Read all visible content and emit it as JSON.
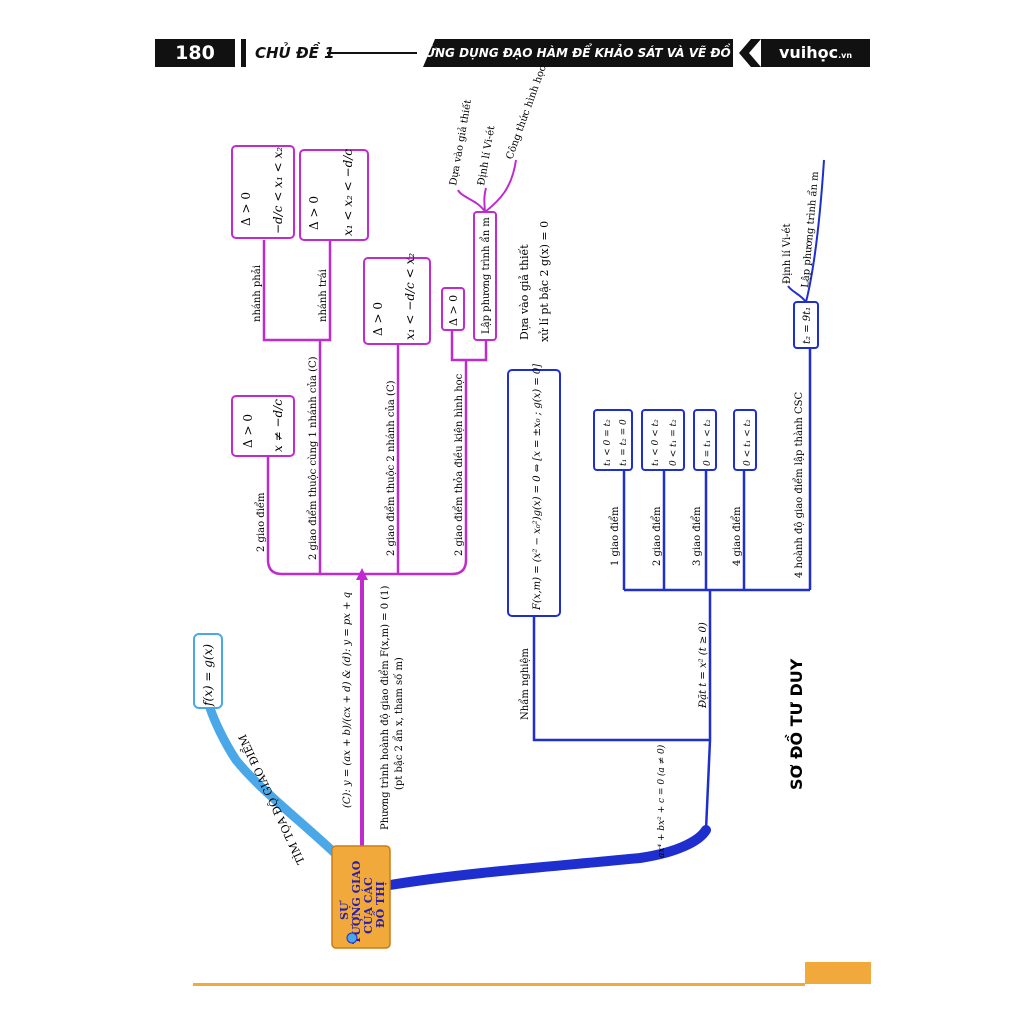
{
  "header": {
    "page_number": "180",
    "topic": "CHỦ ĐỀ 1",
    "title": "ỨNG DỤNG ĐẠO HÀM ĐỂ KHẢO SÁT VÀ VẼ ĐỒ THỊ HÀM SỐ",
    "brand": "vuihọc",
    "brand_suffix": ".vn"
  },
  "diagram_title": "SƠ ĐỒ TƯ DUY",
  "center": {
    "line1": "SỰ",
    "line2": "TƯƠNG GIAO",
    "line3": "CỦA CÁC",
    "line4": "ĐỒ THỊ"
  },
  "branch_blue_light": {
    "label": "TÌM TỌA ĐỘ GIAO ĐIỂM",
    "box": "f(x) = g(x)"
  },
  "branch_magenta": {
    "eq1": "(C): y = (ax + b)/(cx + d) & (d): y = px + q",
    "eq2": "Phương trình hoành độ giao điểm F(x,m) = 0 (1)",
    "eq3": "(pt bậc 2 ẩn x, tham số m)",
    "c1_label": "2 giao điểm",
    "c1_box_a": "Δ > 0",
    "c1_box_b": "x ≠ −d/c",
    "c2_label": "2 giao điểm thuộc cùng 1 nhánh của (C)",
    "c2a_label": "nhánh phải",
    "c2a_box_a": "Δ > 0",
    "c2a_box_b": "−d/c < x₁ < x₂",
    "c2b_label": "nhánh trái",
    "c2b_box_a": "Δ > 0",
    "c2b_box_b": "x₁ < x₂ < −d/c",
    "c3_label": "2 giao điểm thuộc 2 nhánh của (C)",
    "c3_box_a": "Δ > 0",
    "c3_box_b": "x₁ < −d/c < x₂",
    "c4_label": "2 giao điểm thỏa điều kiện hình học",
    "c4_box": "Δ > 0",
    "c4_box2": "Lập phương trình ẩn m",
    "leaf1": "Dựa vào giả thiết",
    "leaf2": "Định lí Vi-ét",
    "leaf3": "Công thức hình học"
  },
  "branch_blue": {
    "label": "ax⁴ + bx² + c = 0 (a ≠ 0)",
    "nham_label": "Nhẩm nghiệm",
    "nham_box": "F(x,m) = (x² − x₀²)g(x) = 0 ⇔ [x = ±x₀ ; g(x) = 0]",
    "nham_leaf1": "Dựa vào giả thiết",
    "nham_leaf2": "xử lí pt bậc 2 g(x) = 0",
    "dat_label": "Đặt t = x² (t ≥ 0)",
    "s1_label": "1 giao điểm",
    "s1_box_a": "t₁ < 0 = t₂",
    "s1_box_b": "t₁ = t₂ = 0",
    "s2_label": "2 giao điểm",
    "s2_box_a": "t₁ < 0 < t₂",
    "s2_box_b": "0 < t₁ = t₂",
    "s3_label": "3 giao điểm",
    "s3_box": "0 = t₁ < t₂",
    "s4_label": "4 giao điểm",
    "s4_box": "0 < t₁ < t₂",
    "s5_label": "4 hoành độ giao điểm lập thành CSC",
    "s5_box": "t₂ = 9t₁",
    "s5_leaf1": "Định lí Vi-ét",
    "s5_leaf2": "Lập phương trình ẩn m"
  },
  "colors": {
    "magenta": "#c02bd0",
    "blue": "#1f2fcf",
    "light_blue": "#4aa8e8",
    "orange": "#f2a93b"
  }
}
